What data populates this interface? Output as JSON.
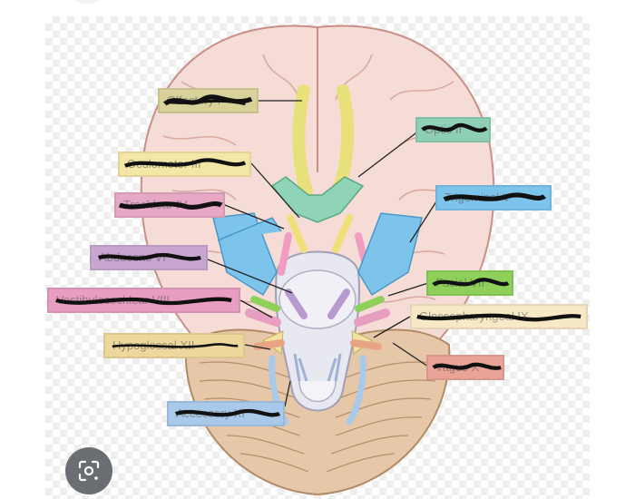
{
  "labels": {
    "olfactory": "Olfactory I",
    "optic": "Optic II",
    "oculomotor": "Oculomotor III",
    "trochlear": "Trochlear IV",
    "trigeminal": "Trigeminal V",
    "abducens": "Abducens VI",
    "facial": "Facial VII",
    "vestibulocochlear": "Vestibulocochlear VIII",
    "glossopharyngeal": "Glossopharyngeal IX",
    "vagus": "Vagus X",
    "accessory": "Accessory XI",
    "hypoglossal": "Hypoglossal XII"
  },
  "colors": {
    "olfactory": "#d8d29a",
    "optic": "#8fcfb5",
    "oculomotor": "#f3e6a6",
    "trochlear": "#e6a8c4",
    "trigeminal": "#7cc4ec",
    "abducens": "#c8a6d0",
    "facial": "#8fd05a",
    "vestibulocochlear": "#e79ec0",
    "glossopharyngeal": "#f7e8c6",
    "vagus": "#eaa497",
    "accessory": "#a9c9ea",
    "hypoglossal": "#eed79c"
  },
  "lens_icon": "google-lens-icon"
}
